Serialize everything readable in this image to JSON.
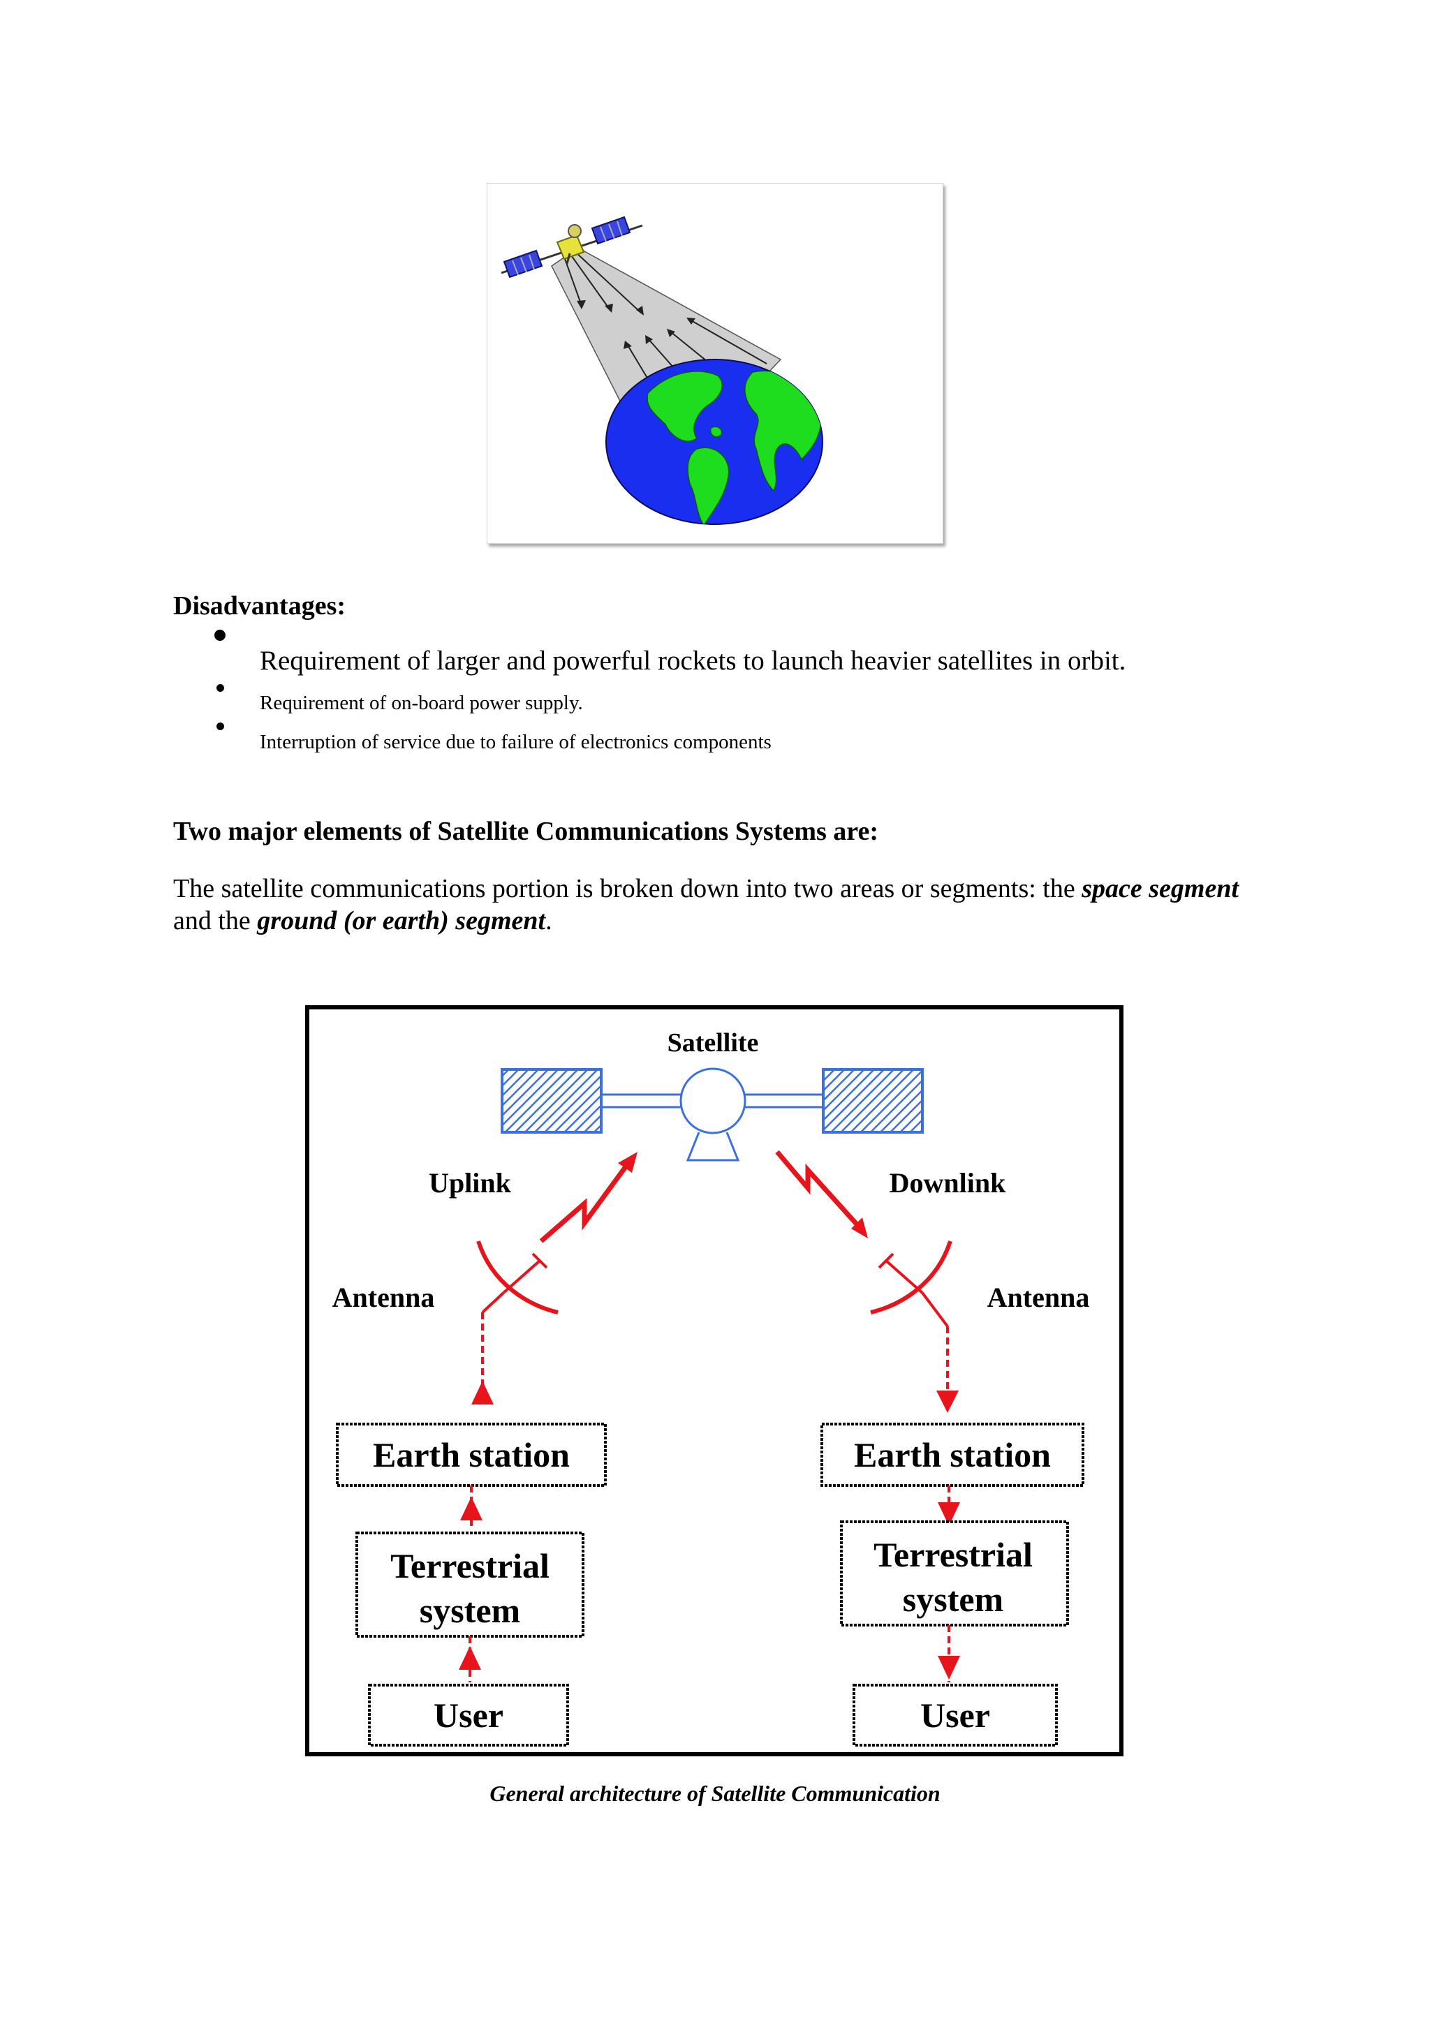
{
  "disadvantages": {
    "heading": "Disadvantages:",
    "items": [
      "Requirement of larger and powerful rockets to launch heavier satellites in orbit.",
      "Requirement of on-board power supply.",
      "Interruption of service due to failure of electronics components"
    ]
  },
  "elements": {
    "heading": "Two major elements of Satellite Communications Systems are:",
    "para_part1": "The satellite communications portion is broken down into two areas or segments: the ",
    "para_em1": "space segment",
    "para_part2": " and the ",
    "para_em2": "ground (or earth) segment",
    "para_part3": "."
  },
  "diagram": {
    "satellite_label": "Satellite",
    "uplink_label": "Uplink",
    "downlink_label": "Downlink",
    "antenna_left": "Antenna",
    "antenna_right": "Antenna",
    "earth_station_left": "Earth station",
    "earth_station_right": "Earth station",
    "terrestrial_left_line1": "Terrestrial",
    "terrestrial_left_line2": "system",
    "terrestrial_right_line1": "Terrestrial",
    "terrestrial_right_line2": "system",
    "user_left": "User",
    "user_right": "User",
    "colors": {
      "signal": "#e8141c",
      "panel": "#3c6fe0",
      "frame": "#000000"
    }
  },
  "caption": "General architecture of Satellite Communication",
  "illustration": {
    "icons": [
      "satellite-icon",
      "earth-globe-icon",
      "signal-beam-icon"
    ],
    "colors": {
      "ocean": "#1a2ef0",
      "land": "#1edc1e",
      "beam": "#c8c8c8",
      "panel": "#3a45e0"
    }
  }
}
